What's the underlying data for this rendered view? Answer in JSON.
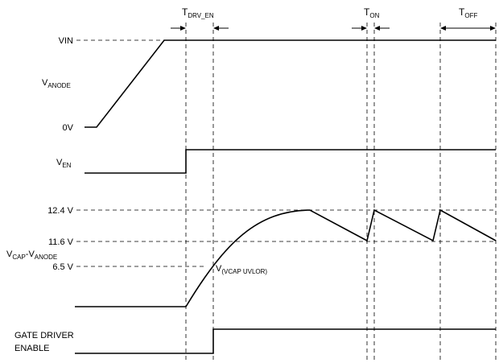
{
  "diagram": {
    "row_labels": {
      "vin": "VIN",
      "v_anode_main": "V",
      "v_anode_sub": "ANODE",
      "zero_v": "0V",
      "v_en_main": "V",
      "v_en_sub": "EN",
      "level_124": "12.4 V",
      "level_116": "11.6 V",
      "vcap_main": "V",
      "vcap_sub1": "CAP",
      "vcap_dash": "-V",
      "vcap_sub2": "ANODE",
      "level_65": "6.5 V",
      "gate_line1": "GATE DRIVER",
      "gate_line2": "ENABLE"
    },
    "timing_labels": {
      "tdrv_main": "T",
      "tdrv_sub": "DRV_EN",
      "ton_main": "T",
      "ton_sub": "ON",
      "toff_main": "T",
      "toff_sub": "OFF"
    },
    "annotation": {
      "uvlo_main": "V",
      "uvlo_sub": "(VCAP UVLOR)"
    }
  }
}
